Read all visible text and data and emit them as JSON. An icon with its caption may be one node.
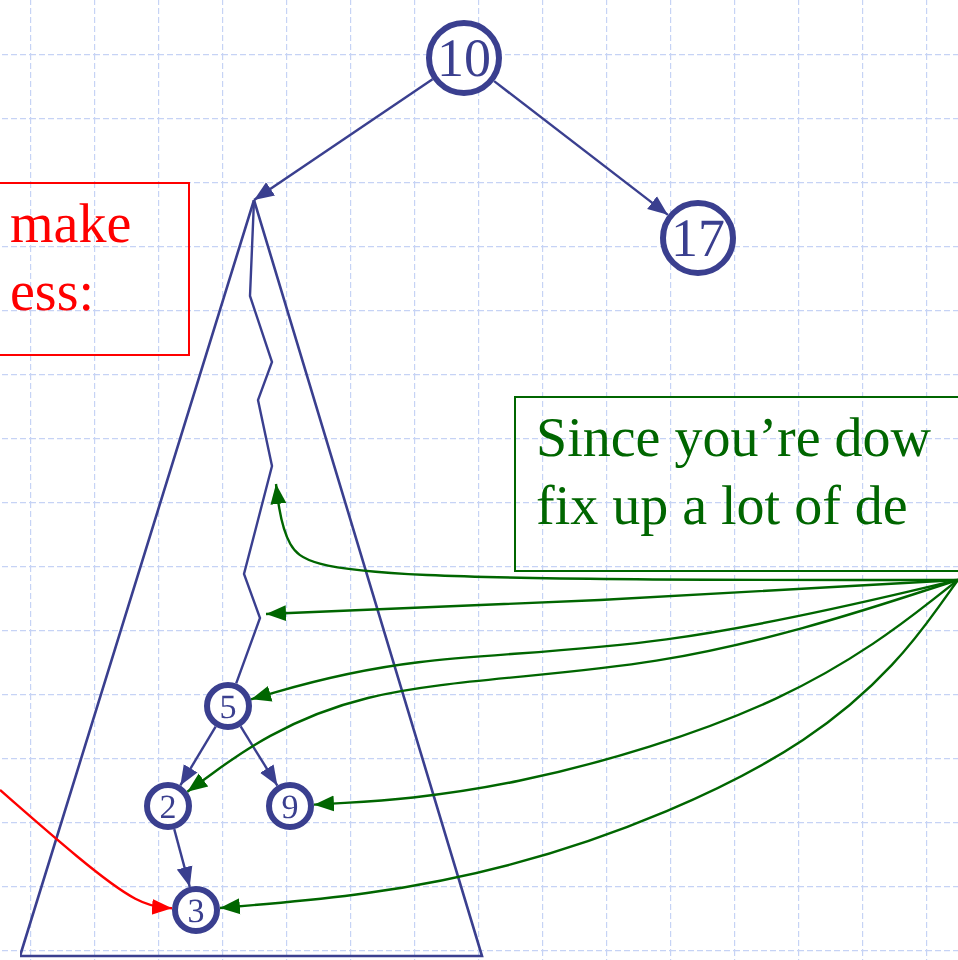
{
  "diagram": {
    "nodes": [
      {
        "text": [
          "10"
        ]
      },
      {
        "text": [
          "17"
        ]
      },
      {
        "text": [],
        "shape": "triangle"
      },
      {
        "text": [
          "5"
        ],
        "in": 2
      },
      {
        "text": [
          "2"
        ],
        "in": 2
      },
      {
        "text": [
          "9"
        ],
        "in": 2
      },
      {
        "text": [
          "3"
        ],
        "in": 2
      },
      {
        "text": [
          "make ess:"
        ]
      },
      {
        "text": [
          "Since you’re dow fix up a lot of de"
        ]
      }
    ],
    "edges": [
      {
        "from": 0,
        "to": 2,
        "arrow": "to"
      },
      {
        "from": 0,
        "to": 1,
        "arrow": "to"
      },
      {
        "from": 2,
        "to": 3,
        "arrow": "none"
      },
      {
        "from": 3,
        "to": 4,
        "arrow": "to"
      },
      {
        "from": 3,
        "to": 5,
        "arrow": "to"
      },
      {
        "from": 4,
        "to": 6,
        "arrow": "to"
      },
      {
        "from": 8,
        "to": null,
        "arrow": "to",
        "color": "#006600"
      },
      {
        "from": 8,
        "to": null,
        "arrow": "to",
        "color": "#006600"
      },
      {
        "from": 8,
        "to": 3,
        "arrow": "to",
        "color": "#006600"
      },
      {
        "from": 8,
        "to": 4,
        "arrow": "to",
        "color": "#006600"
      },
      {
        "from": 8,
        "to": 5,
        "arrow": "to",
        "color": "#006600"
      },
      {
        "from": 8,
        "to": 6,
        "arrow": "to",
        "color": "#006600"
      },
      {
        "from": null,
        "to": 6,
        "arrow": "to",
        "color": "#ff0000"
      }
    ]
  }
}
